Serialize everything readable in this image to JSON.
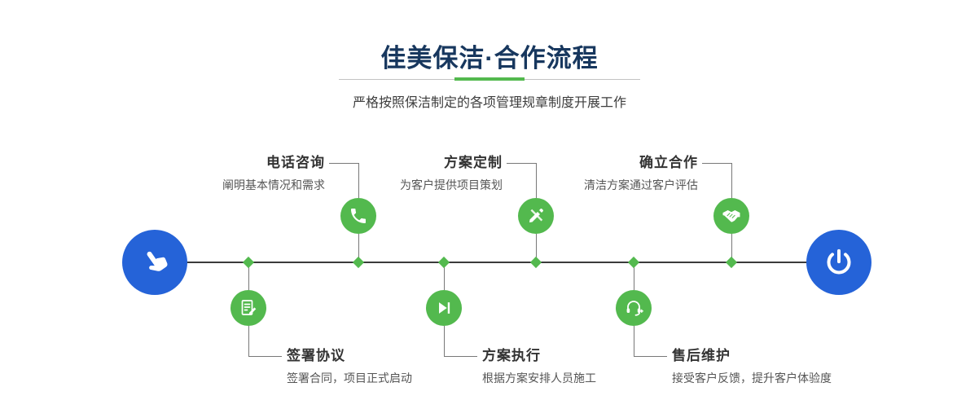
{
  "header": {
    "title": "佳美保洁·合作流程",
    "subtitle": "严格按照保洁制定的各项管理规章制度开展工作"
  },
  "colors": {
    "accent_green": "#53b94e",
    "accent_blue": "#2563d8",
    "title_blue": "#17375e",
    "timeline_line": "#3b3b3b"
  },
  "timeline": {
    "start_icon": "hand-pointer-icon",
    "end_icon": "power-icon",
    "steps": [
      {
        "title": "电话咨询",
        "desc": "阐明基本情况和需求",
        "icon": "phone-icon",
        "position": "top"
      },
      {
        "title": "方案定制",
        "desc": "为客户提供项目策划",
        "icon": "design-tools-icon",
        "position": "top"
      },
      {
        "title": "确立合作",
        "desc": "清洁方案通过客户评估",
        "icon": "handshake-icon",
        "position": "top"
      },
      {
        "title": "签署协议",
        "desc": "签署合同，项目正式启动",
        "icon": "contract-icon",
        "position": "bottom"
      },
      {
        "title": "方案执行",
        "desc": "根据方案安排人员施工",
        "icon": "play-icon",
        "position": "bottom"
      },
      {
        "title": "售后维护",
        "desc": "接受客户反馈，提升客户体验度",
        "icon": "headset-icon",
        "position": "bottom"
      }
    ]
  }
}
